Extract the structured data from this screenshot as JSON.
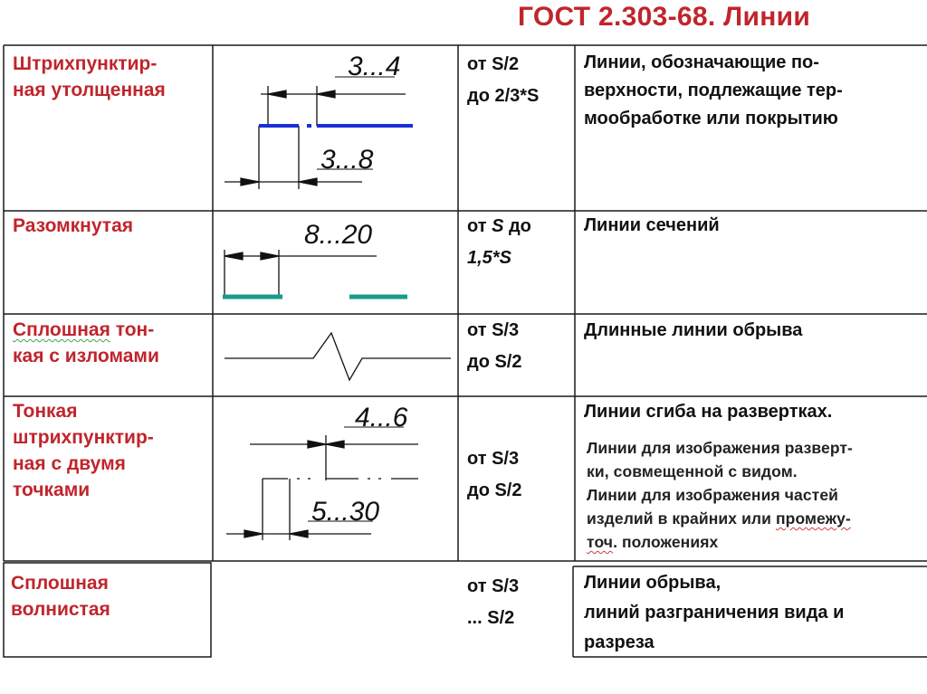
{
  "page": {
    "title": "ГОСТ 2.303-68. Линии"
  },
  "rows": [
    {
      "name": "Штрихпунктир-\nная утолщенная",
      "thickness": "от S/2\nдо 2/3*S",
      "usage": "Линии, обозначающие по-\nверхности, подлежащие тер-\nмообработке или покрытию",
      "dim_top": "3...4",
      "dim_bottom": "3...8"
    },
    {
      "name": "Разомкнутая",
      "thickness_a": "от ",
      "thickness_s": "S",
      "thickness_b": " до\n",
      "thickness_c": "1,5*S",
      "usage": "Линии сечений",
      "dim_top": "8...20"
    },
    {
      "name_a": "Сплошная",
      "name_b": " тон-\nкая с изломами",
      "thickness": "от S/3\nдо S/2",
      "usage": "Длинные линии обрыва"
    },
    {
      "name": "Тонкая\nштрихпунктир-\nная с двумя\nточками",
      "thickness": "от S/3\nдо S/2",
      "usage": "Линии сгиба на развертках.",
      "usage_line2": "Линии для изображения разверт-\nки, совмещенной с видом.",
      "usage_line3a": "Линии для изображения частей\nизделий в крайних или ",
      "usage_line3b": "промежу-",
      "usage_line3c": "\n",
      "usage_line3d": "точ",
      "usage_line3e": ". положениях",
      "dim_top": "4...6",
      "dim_bottom": "5...30"
    },
    {
      "name": "Сплошная\nволнистая",
      "thickness": "от S/3\n... S/2",
      "usage": "Линии обрыва,\nлиний разграничения вида и\nразреза"
    }
  ],
  "colors": {
    "label_red": "#c0252c",
    "thick_line_blue": "#1a2fd6",
    "open_line_teal": "#1a9a8c",
    "border": "#1a1a1a"
  }
}
